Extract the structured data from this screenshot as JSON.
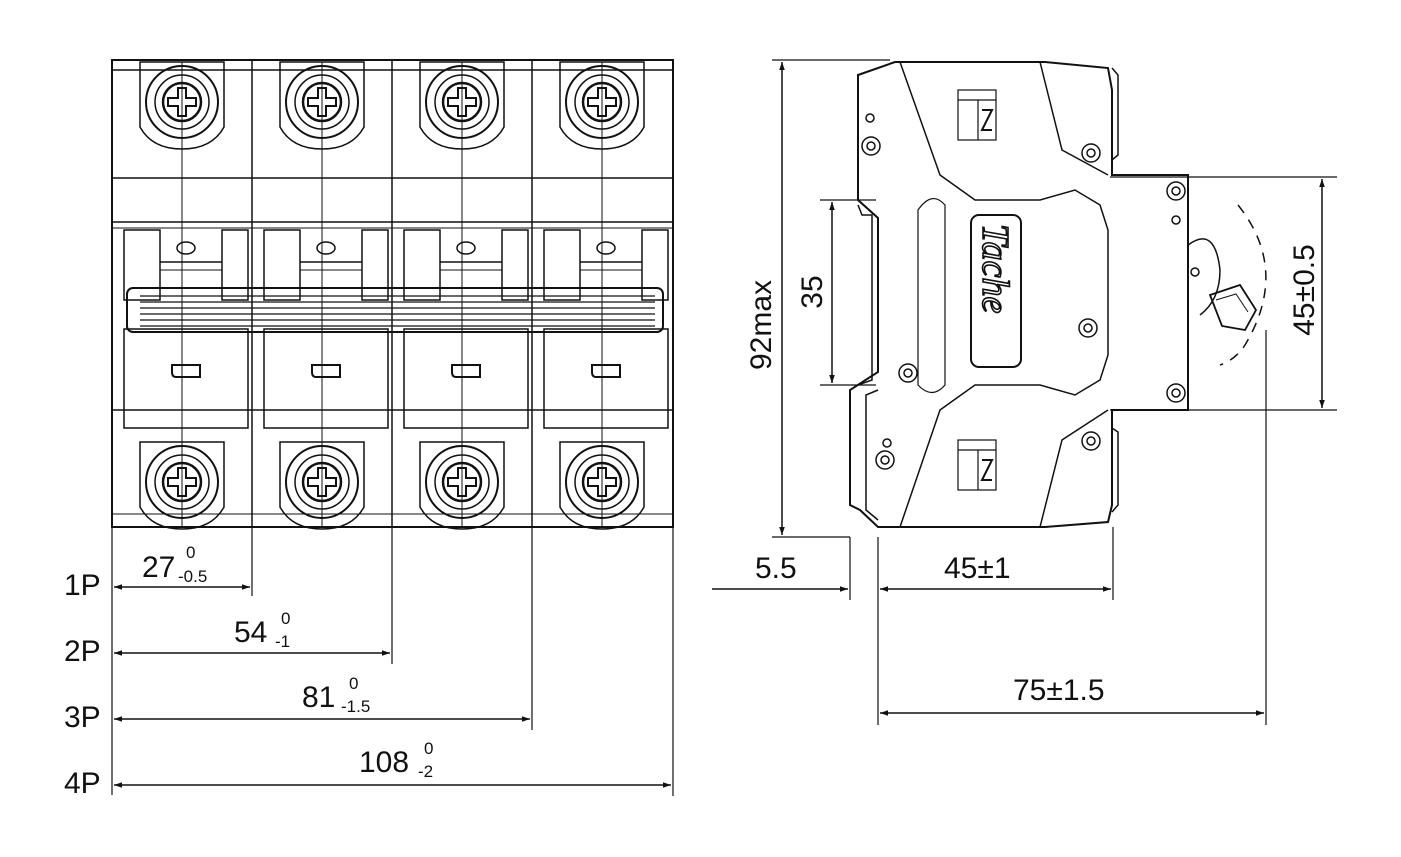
{
  "brand": "Tache",
  "front_view": {
    "pole_labels": [
      "1P",
      "2P",
      "3P",
      "4P"
    ],
    "widths": [
      {
        "nominal": "27",
        "upper_tol": "0",
        "lower_tol": "-0.5"
      },
      {
        "nominal": "54",
        "upper_tol": "0",
        "lower_tol": "-1"
      },
      {
        "nominal": "81",
        "upper_tol": "0",
        "lower_tol": "-1.5"
      },
      {
        "nominal": "108",
        "upper_tol": "0",
        "lower_tol": "-2"
      }
    ]
  },
  "side_view": {
    "height_max": "92max",
    "din_rail": "35",
    "front_height": "45±0.5",
    "clip": "5.5",
    "body_depth": "45±1",
    "total_depth": "75±1.5"
  },
  "colors": {
    "line": "#111111",
    "background": "#ffffff"
  }
}
